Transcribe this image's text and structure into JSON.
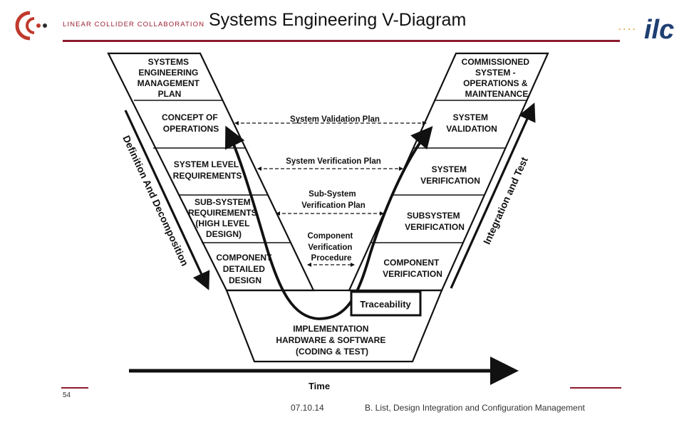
{
  "header": {
    "org_name": "LINEAR COLLIDER COLLABORATION",
    "title": "Systems Engineering V-Diagram",
    "left_logo": "lcc-logo",
    "right_logo": "ilc-logo",
    "right_logo_text": "ilc"
  },
  "diagram": {
    "left_boxes": [
      [
        "SYSTEMS",
        "ENGINEERING",
        "MANAGEMENT",
        "PLAN"
      ],
      [
        "CONCEPT OF",
        "OPERATIONS"
      ],
      [
        "SYSTEM LEVEL",
        "REQUIREMENTS"
      ],
      [
        "SUB-SYSTEM",
        "REQUIREMENTS",
        "(HIGH LEVEL",
        "DESIGN)"
      ],
      [
        "COMPONENT",
        "DETAILED",
        "DESIGN"
      ]
    ],
    "right_boxes": [
      [
        "COMMISSIONED",
        "SYSTEM -",
        "OPERATIONS &",
        "MAINTENANCE"
      ],
      [
        "SYSTEM",
        "VALIDATION"
      ],
      [
        "SYSTEM",
        "VERIFICATION"
      ],
      [
        "SUBSYSTEM",
        "VERIFICATION"
      ],
      [
        "COMPONENT",
        "VERIFICATION"
      ]
    ],
    "bottom_box": [
      "IMPLEMENTATION",
      "HARDWARE & SOFTWARE",
      "(CODING & TEST)"
    ],
    "plans": [
      [
        "System Validation Plan"
      ],
      [
        "System Verification Plan"
      ],
      [
        "Sub-System",
        "Verification Plan"
      ],
      [
        "Component",
        "Verification",
        "Procedure"
      ]
    ],
    "traceability": "Traceability",
    "left_axis": "Definition And Decomposition",
    "right_axis": "Integration and Test",
    "time_label": "Time"
  },
  "footer": {
    "page_number": "54",
    "date": "07.10.14",
    "text": "B. List, Design Integration and Configuration Management"
  }
}
